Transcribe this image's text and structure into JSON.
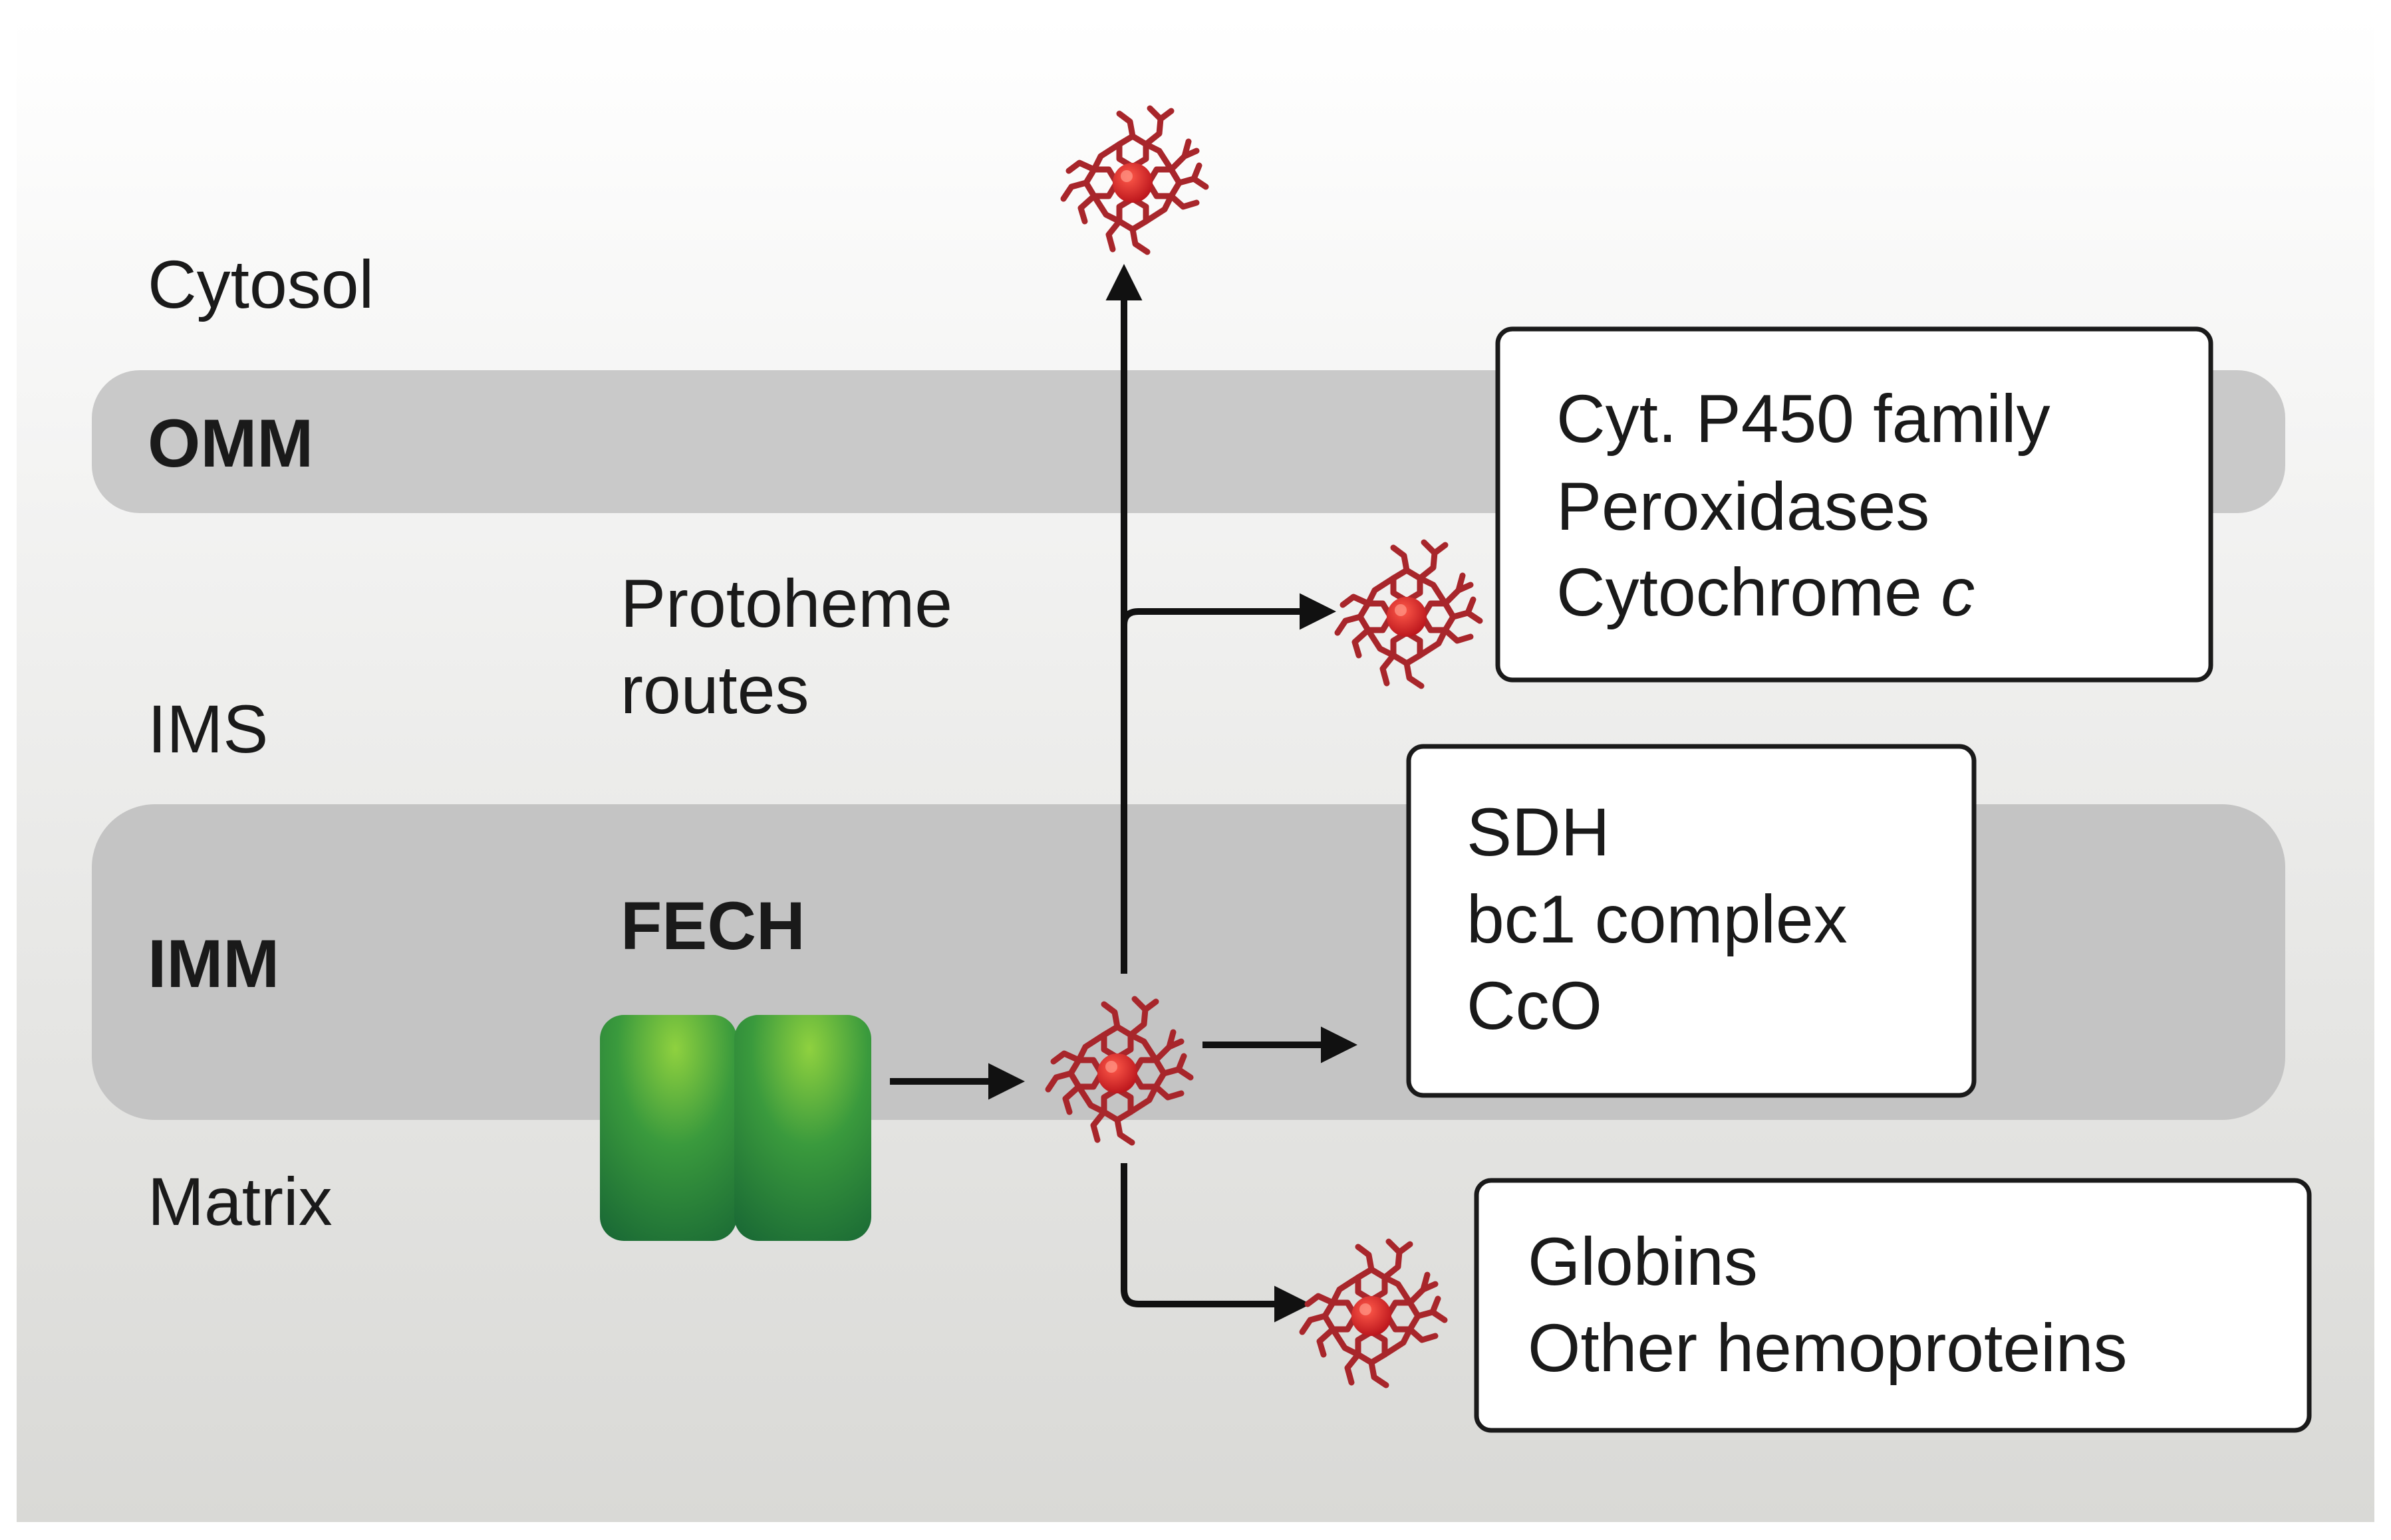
{
  "compartments": {
    "cytosol": "Cytosol",
    "omm": "OMM",
    "ims": "IMS",
    "imm": "IMM",
    "matrix": "Matrix"
  },
  "routes_label": {
    "line1": "Protoheme",
    "line2": "routes"
  },
  "enzyme_label": "FECH",
  "boxes": {
    "cytosolic": {
      "line1": "Cyt. P450 family",
      "line2": "Peroxidases",
      "line3_prefix": "Cytochrome ",
      "line3_italic": "c"
    },
    "imm_proteins": {
      "line1": "SDH",
      "line2": "bc1 complex",
      "line3": "CcO"
    },
    "matrix_proteins": {
      "line1": "Globins",
      "line2": "Other hemoproteins"
    }
  },
  "colors": {
    "membrane": "#c8c8c8",
    "heme": "#a8262b",
    "iron": "#d81e1e",
    "fech_light": "#8fd13f",
    "fech_dark": "#1b6b35",
    "arrow": "#111111"
  }
}
